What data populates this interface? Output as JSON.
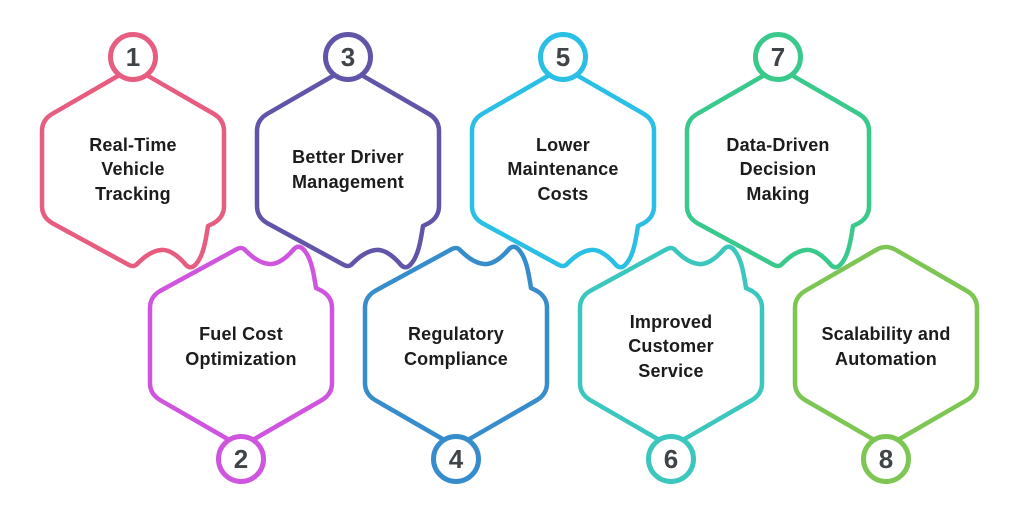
{
  "styles": {
    "background": "#ffffff",
    "label_color": "#1c1c1c",
    "number_color": "#3e4448"
  },
  "benefits": [
    {
      "number": "1",
      "label": "Real-Time\nVehicle\nTracking",
      "color": "#e75d7f",
      "row": "top"
    },
    {
      "number": "2",
      "label": "Fuel Cost\nOptimization",
      "color": "#d055de",
      "row": "bottom"
    },
    {
      "number": "3",
      "label": "Better Driver\nManagement",
      "color": "#6055a8",
      "row": "top"
    },
    {
      "number": "4",
      "label": "Regulatory\nCompliance",
      "color": "#378ccc",
      "row": "bottom"
    },
    {
      "number": "5",
      "label": "Lower\nMaintenance\nCosts",
      "color": "#2abfe4",
      "row": "top"
    },
    {
      "number": "6",
      "label": "Improved\nCustomer\nService",
      "color": "#3bc7bd",
      "row": "bottom"
    },
    {
      "number": "7",
      "label": "Data-Driven\nDecision\nMaking",
      "color": "#38c98b",
      "row": "top"
    },
    {
      "number": "8",
      "label": "Scalability and\nAutomation",
      "color": "#7dc653",
      "row": "bottom"
    }
  ]
}
